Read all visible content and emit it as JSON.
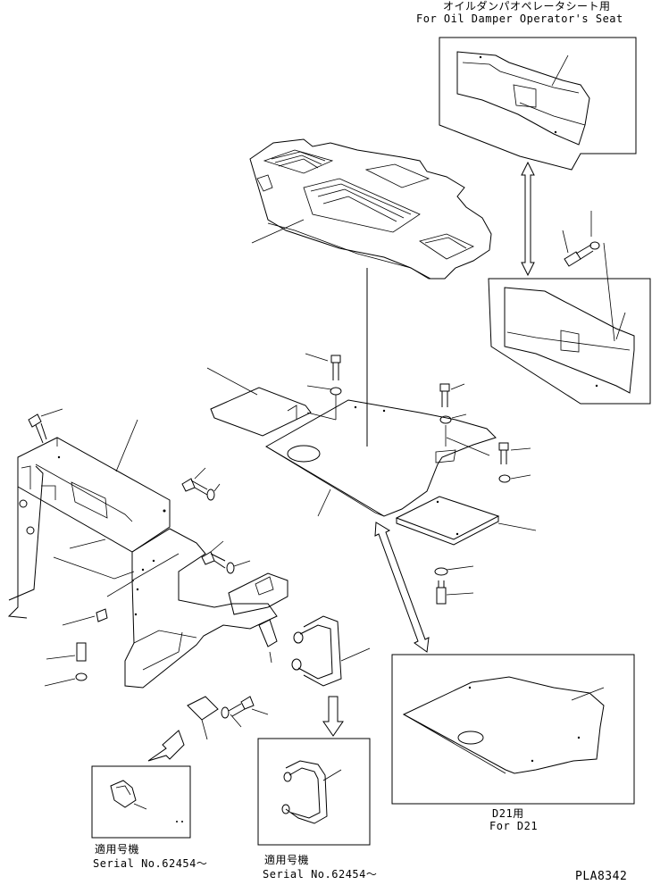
{
  "insets": {
    "oil_damper": {
      "title_jp": "オイルダンパオペレータシート用",
      "title_en": "For Oil Damper Operator's Seat"
    },
    "d21": {
      "title_jp": "D21用",
      "title_en": "For D21"
    },
    "serial_left": {
      "title_jp": "適用号機",
      "title_en": "Serial No.62454～"
    },
    "serial_right": {
      "title_jp": "適用号機",
      "title_en": "Serial No.62454～"
    }
  },
  "drawing_id": "PLA8342",
  "colors": {
    "ink": "#000000",
    "paper": "#ffffff"
  }
}
